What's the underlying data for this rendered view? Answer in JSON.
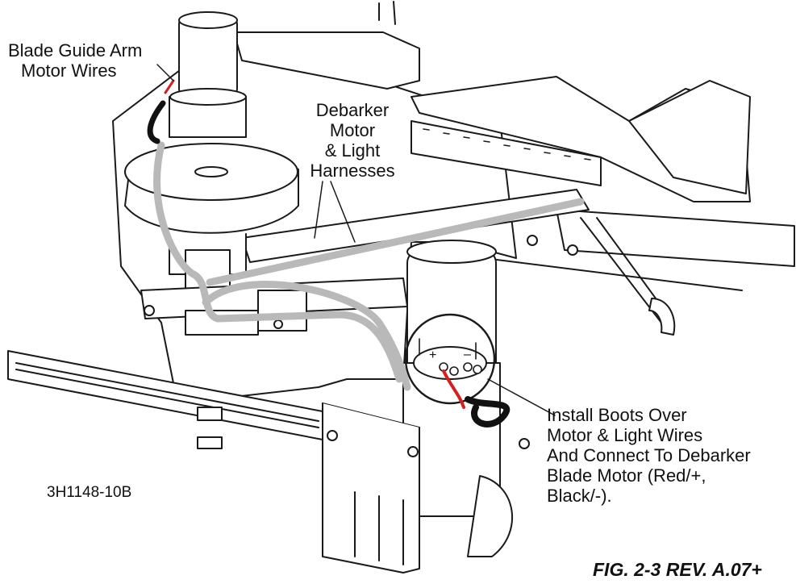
{
  "callouts": {
    "blade_guide": [
      "Blade Guide Arm",
      "Motor Wires"
    ],
    "debarker": [
      "Debarker",
      "Motor",
      "& Light",
      "Harnesses"
    ],
    "install": [
      "Install Boots Over",
      "Motor & Light Wires",
      "And Connect To Debarker",
      "Blade Motor (Red/+,",
      "Black/-)."
    ]
  },
  "part_number": "3H1148-10B",
  "figure_caption": "FIG. 2-3 REV. A.07+",
  "terminal_marks": {
    "plus": "+",
    "minus": "–"
  },
  "colors": {
    "line": "#1a1a1a",
    "harness": "#b9b9b9",
    "wire_red": "#d42020",
    "wire_black": "#111111",
    "background": "#ffffff"
  }
}
